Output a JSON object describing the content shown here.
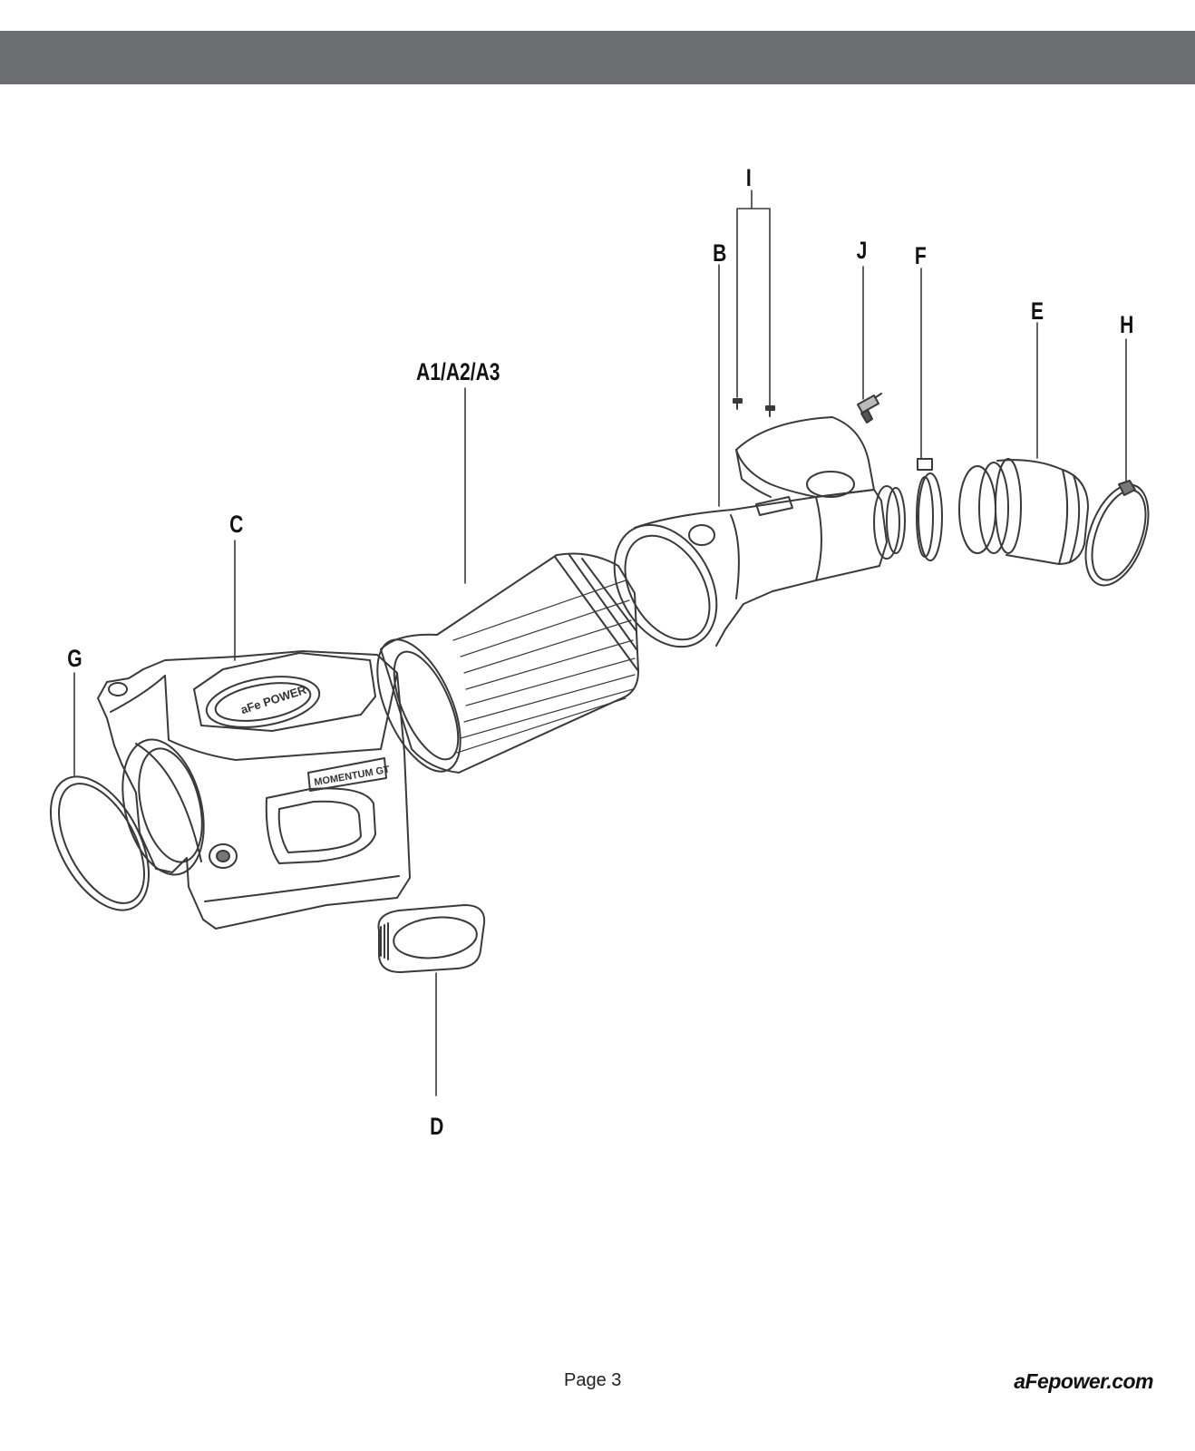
{
  "callouts": {
    "A": "A1/A2/A3",
    "B": "B",
    "C": "C",
    "D": "D",
    "E": "E",
    "F": "F",
    "G": "G",
    "H": "H",
    "I": "I",
    "J": "J"
  },
  "logos": {
    "brand": "aFe POWER",
    "product": "MOMENTUM GT"
  },
  "footer": {
    "page": "Page 3",
    "website": "aFepower.com"
  },
  "colors": {
    "header_bar": "#6d6e71",
    "line_art": "#3a3a3a"
  }
}
